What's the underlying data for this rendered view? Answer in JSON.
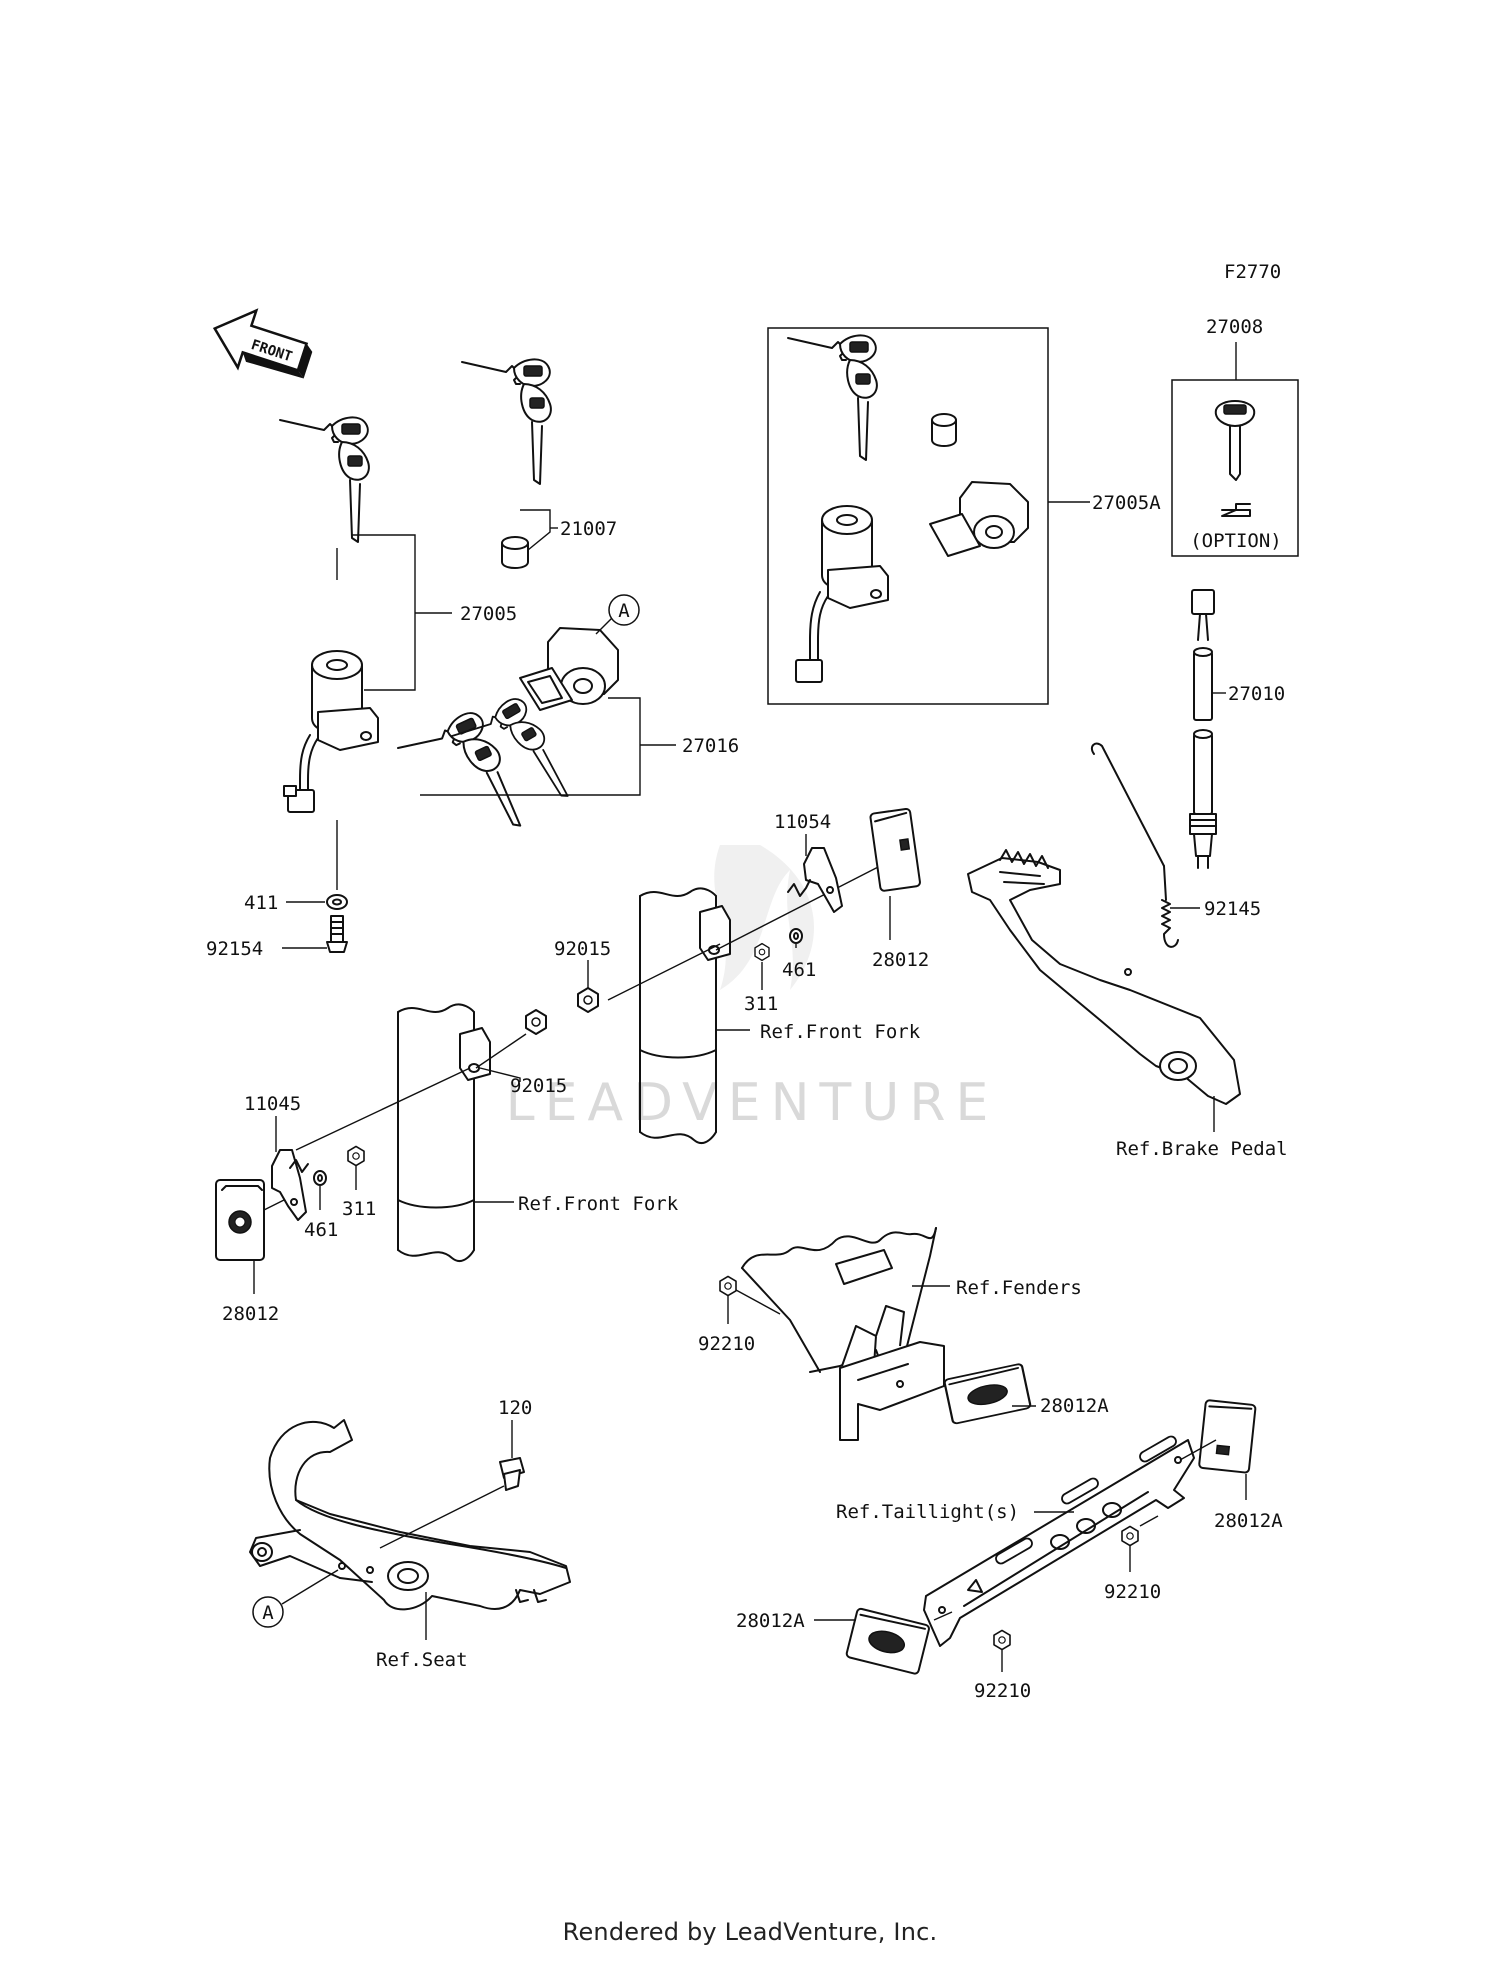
{
  "figure_code": "F2770",
  "front_arrow": "FRONT",
  "watermark": "LEADVENTURE",
  "footer": "Rendered by LeadVenture, Inc.",
  "option_note": "(OPTION)",
  "callout_a": "A",
  "parts": {
    "p21007": "21007",
    "p27005": "27005",
    "p27005A": "27005A",
    "p27008": "27008",
    "p27010": "27010",
    "p27016": "27016",
    "p411": "411",
    "p92154": "92154",
    "p11054": "11054",
    "p28012": "28012",
    "p92015": "92015",
    "p311": "311",
    "p461": "461",
    "p92145": "92145",
    "p11045": "11045",
    "p92210": "92210",
    "p28012A": "28012A",
    "p120": "120"
  },
  "refs": {
    "front_fork": "Ref.Front Fork",
    "brake_pedal": "Ref.Brake Pedal",
    "fenders": "Ref.Fenders",
    "taillights": "Ref.Taillight(s)",
    "seat": "Ref.Seat"
  }
}
